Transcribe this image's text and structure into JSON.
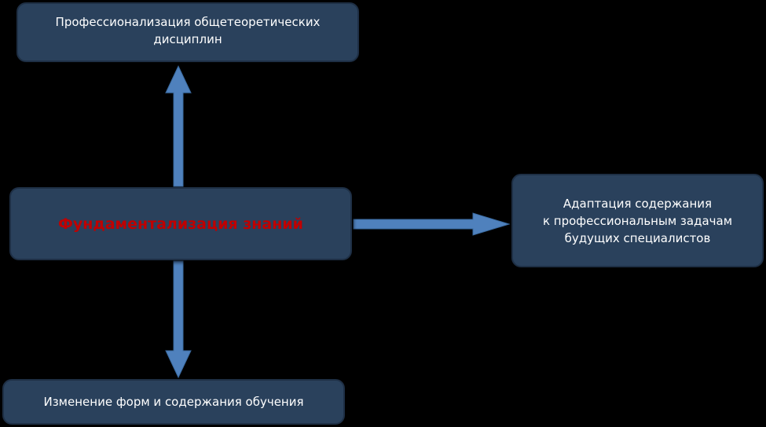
{
  "diagram": {
    "colors": {
      "background": "#000000",
      "box_fill": "#2a415c",
      "box_text": "#ffffff",
      "center_text": "#c00000",
      "arrow": "#4f81bd"
    },
    "nodes": {
      "top": {
        "label": "Профессионализация общетеоретических\nдисциплин"
      },
      "center": {
        "label": "Фундаментализация знаний"
      },
      "right": {
        "label": "Адаптация содержания\nк профессиональным задачам\nбудущих специалистов"
      },
      "bottom": {
        "label": "Изменение форм и содержания обучения"
      }
    },
    "edges": [
      {
        "from": "center",
        "to": "top"
      },
      {
        "from": "center",
        "to": "right"
      },
      {
        "from": "center",
        "to": "bottom"
      }
    ]
  }
}
